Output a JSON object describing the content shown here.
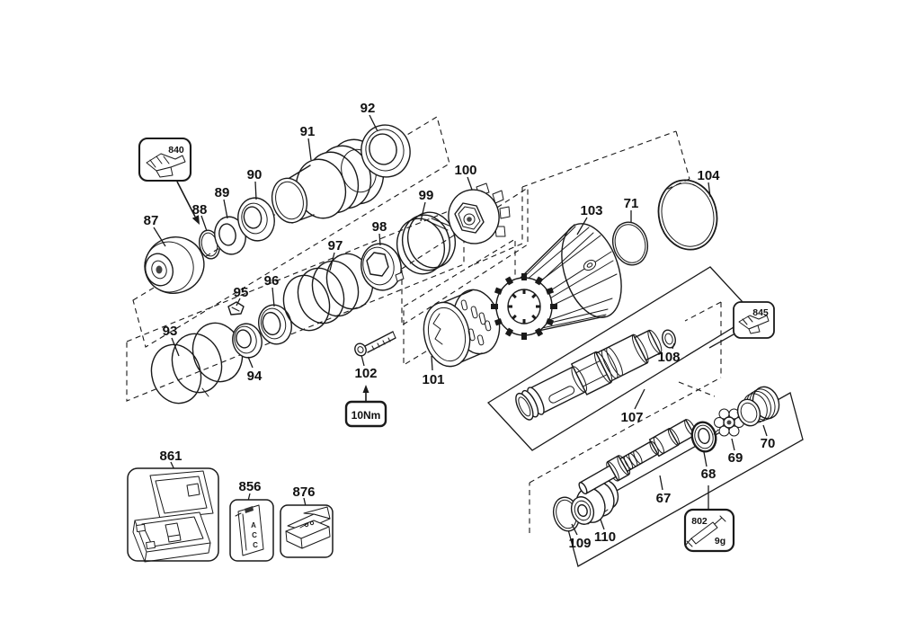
{
  "colors": {
    "background": "#ffffff",
    "line": "#1a1a1a"
  },
  "labels": {
    "p67": "67",
    "p68": "68",
    "p69": "69",
    "p70": "70",
    "p71": "71",
    "p87": "87",
    "p88": "88",
    "p89": "89",
    "p90": "90",
    "p91": "91",
    "p92": "92",
    "p93": "93",
    "p94": "94",
    "p95": "95",
    "p96": "96",
    "p97": "97",
    "p98": "98",
    "p99": "99",
    "p100": "100",
    "p101": "101",
    "p102": "102",
    "p103": "103",
    "p104": "104",
    "p107": "107",
    "p108": "108",
    "p109": "109",
    "p110": "110",
    "p861": "861",
    "p856": "856",
    "p876": "876"
  },
  "badges": {
    "b840": "840",
    "b845": "845",
    "b802": "802",
    "grease_qty": "9g",
    "torque": "10Nm",
    "sticker_letters": [
      "A",
      "C",
      "C"
    ]
  }
}
